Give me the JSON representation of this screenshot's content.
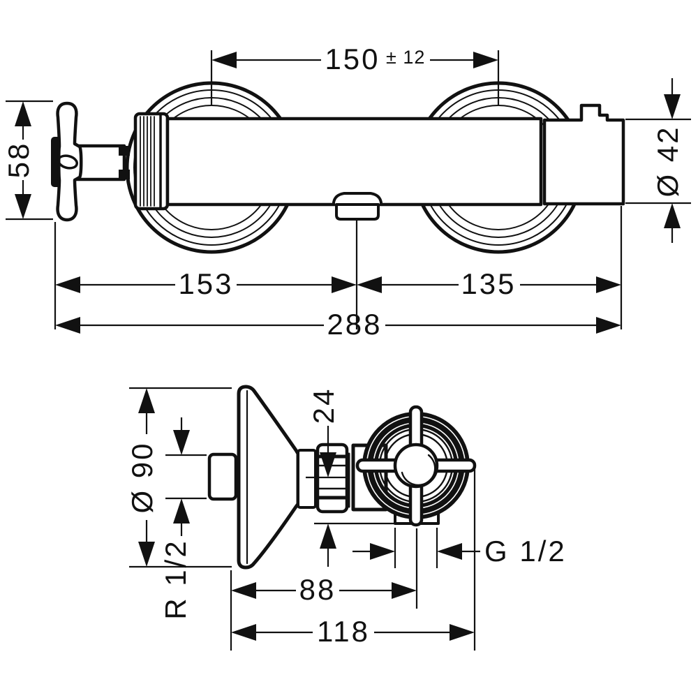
{
  "meta": {
    "background_color": "#ffffff",
    "line_color": "#111111",
    "drawing_type": "installation-dimension-drawing"
  },
  "dimensions": {
    "connection_spacing": {
      "value": "150",
      "tolerance": "± 12"
    },
    "handle_width": "58",
    "body_diameter": "Ø 42",
    "left_span": "153",
    "right_span": "135",
    "total_width": "288",
    "escutcheon_diameter": "Ø 90",
    "nut_width": "24",
    "wall_thread": "R 1/2",
    "outlet_thread": "G 1/2",
    "depth_to_handle_center": "88",
    "total_depth": "118"
  }
}
